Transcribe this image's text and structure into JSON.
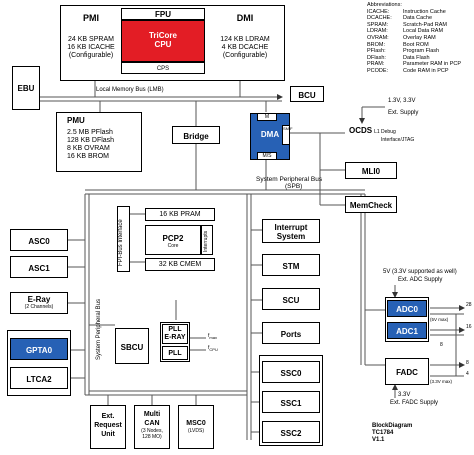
{
  "abbreviations": {
    "title": "Abbreviations:",
    "items": [
      {
        "key": "ICACHE:",
        "value": "Instruction Cache"
      },
      {
        "key": "DCACHE:",
        "value": "Data Cache"
      },
      {
        "key": "SPRAM:",
        "value": "Scratch-Pad RAM"
      },
      {
        "key": "LDRAM:",
        "value": "Local Data RAM"
      },
      {
        "key": "OVRAM:",
        "value": "Overlay RAM"
      },
      {
        "key": "BROM:",
        "value": "Boot ROM"
      },
      {
        "key": "PFlash:",
        "value": "Program Flash"
      },
      {
        "key": "DFlash:",
        "value": "Data Flash"
      },
      {
        "key": "PRAM:",
        "value": "Parameter RAM in PCP"
      },
      {
        "key": "PCODE:",
        "value": "Code RAM in PCP"
      }
    ]
  },
  "blocks": {
    "pmi": {
      "title": "PMI",
      "lines": [
        "24 KB SPRAM",
        "16 KB ICACHE",
        "(Configurable)"
      ]
    },
    "fpu": {
      "title": "FPU"
    },
    "cpu": {
      "line1": "TriCore",
      "line2": "CPU"
    },
    "cps": {
      "title": "CPS"
    },
    "dmi": {
      "title": "DMI",
      "lines": [
        "124 KB LDRAM",
        "4 KB DCACHE",
        "(Configurable)"
      ]
    },
    "ebu": {
      "title": "EBU"
    },
    "bcu": {
      "title": "BCU"
    },
    "pmu": {
      "title": "PMU",
      "lines": [
        "2.5 MB PFlash",
        "128 KB DFlash",
        "8 KB OVRAM",
        "16 KB BROM"
      ]
    },
    "bridge": {
      "title": "Bridge"
    },
    "dma": {
      "title": "DMA",
      "m": "M",
      "ms": "M/S",
      "smif": "SMIF"
    },
    "ocds": {
      "title": "OCDS",
      "sub": "L1 Debug",
      "sub2": "Interface/JTAG"
    },
    "mli0": {
      "title": "MLI0"
    },
    "memcheck": {
      "title": "MemCheck"
    },
    "pram": {
      "title": "16 KB PRAM"
    },
    "pcp2": {
      "title": "PCP2",
      "sub": "Core"
    },
    "interrupts": {
      "title": "Interrupts"
    },
    "cmem": {
      "title": "32 KB CMEM"
    },
    "fpi_interface": {
      "title": "FPI-Bus Interface"
    },
    "asc0": {
      "title": "ASC0"
    },
    "asc1": {
      "title": "ASC1"
    },
    "eray": {
      "title": "E-Ray",
      "sub": "(2 Channels)"
    },
    "gpta0": {
      "title": "GPTA0"
    },
    "ltca2": {
      "title": "LTCA2"
    },
    "sbcu": {
      "title": "SBCU"
    },
    "pll_eray": {
      "title": "PLL",
      "sub": "E-RAY"
    },
    "pll": {
      "title": "PLL"
    },
    "interrupt_system": {
      "title": "Interrupt",
      "sub": "System"
    },
    "stm": {
      "title": "STM"
    },
    "scu": {
      "title": "SCU"
    },
    "ports": {
      "title": "Ports"
    },
    "ssc0": {
      "title": "SSC0"
    },
    "ssc1": {
      "title": "SSC1"
    },
    "ssc2": {
      "title": "SSC2"
    },
    "ext_req": {
      "lines": [
        "Ext.",
        "Request",
        "Unit"
      ]
    },
    "multican": {
      "lines": [
        "Multi",
        "CAN"
      ],
      "sub": [
        "(3 Nodes,",
        "128 MO)"
      ]
    },
    "msc0": {
      "title": "MSC0",
      "sub": "(LVDS)"
    },
    "adc0": {
      "title": "ADC0"
    },
    "adc1": {
      "title": "ADC1"
    },
    "fadc": {
      "title": "FADC"
    }
  },
  "labels": {
    "lmb": "Local Memory Bus (LMB)",
    "spb": "System Peripheral Bus",
    "spb2": "(SPB)",
    "spb_vertical": "System Peripheral Bus",
    "supply_v": "1.3V, 3.3V",
    "supply_ext": "Ext. Supply",
    "adc_supply": "5V (3.3V supported as well)",
    "adc_supply_ext": "Ext. ADC Supply",
    "fadc_supply": "3.3V",
    "fadc_supply_ext": "Ext. FADC Supply",
    "fmax": "f",
    "fmax_sub": "max",
    "fcpu": "f",
    "fcpu_sub": "CPU",
    "pins_28": "28",
    "pins_16": "16",
    "pins_8": "8",
    "pins_4": "4",
    "mux_8": "8",
    "mux_5v": "(5V max)",
    "mux_33v": "(3.3V max)",
    "block_diagram": "BlockDiagram",
    "chip_name": "TC1784",
    "version": "V1.1"
  },
  "colors": {
    "cpu": "#e31d25",
    "accent": "#2761b5"
  }
}
